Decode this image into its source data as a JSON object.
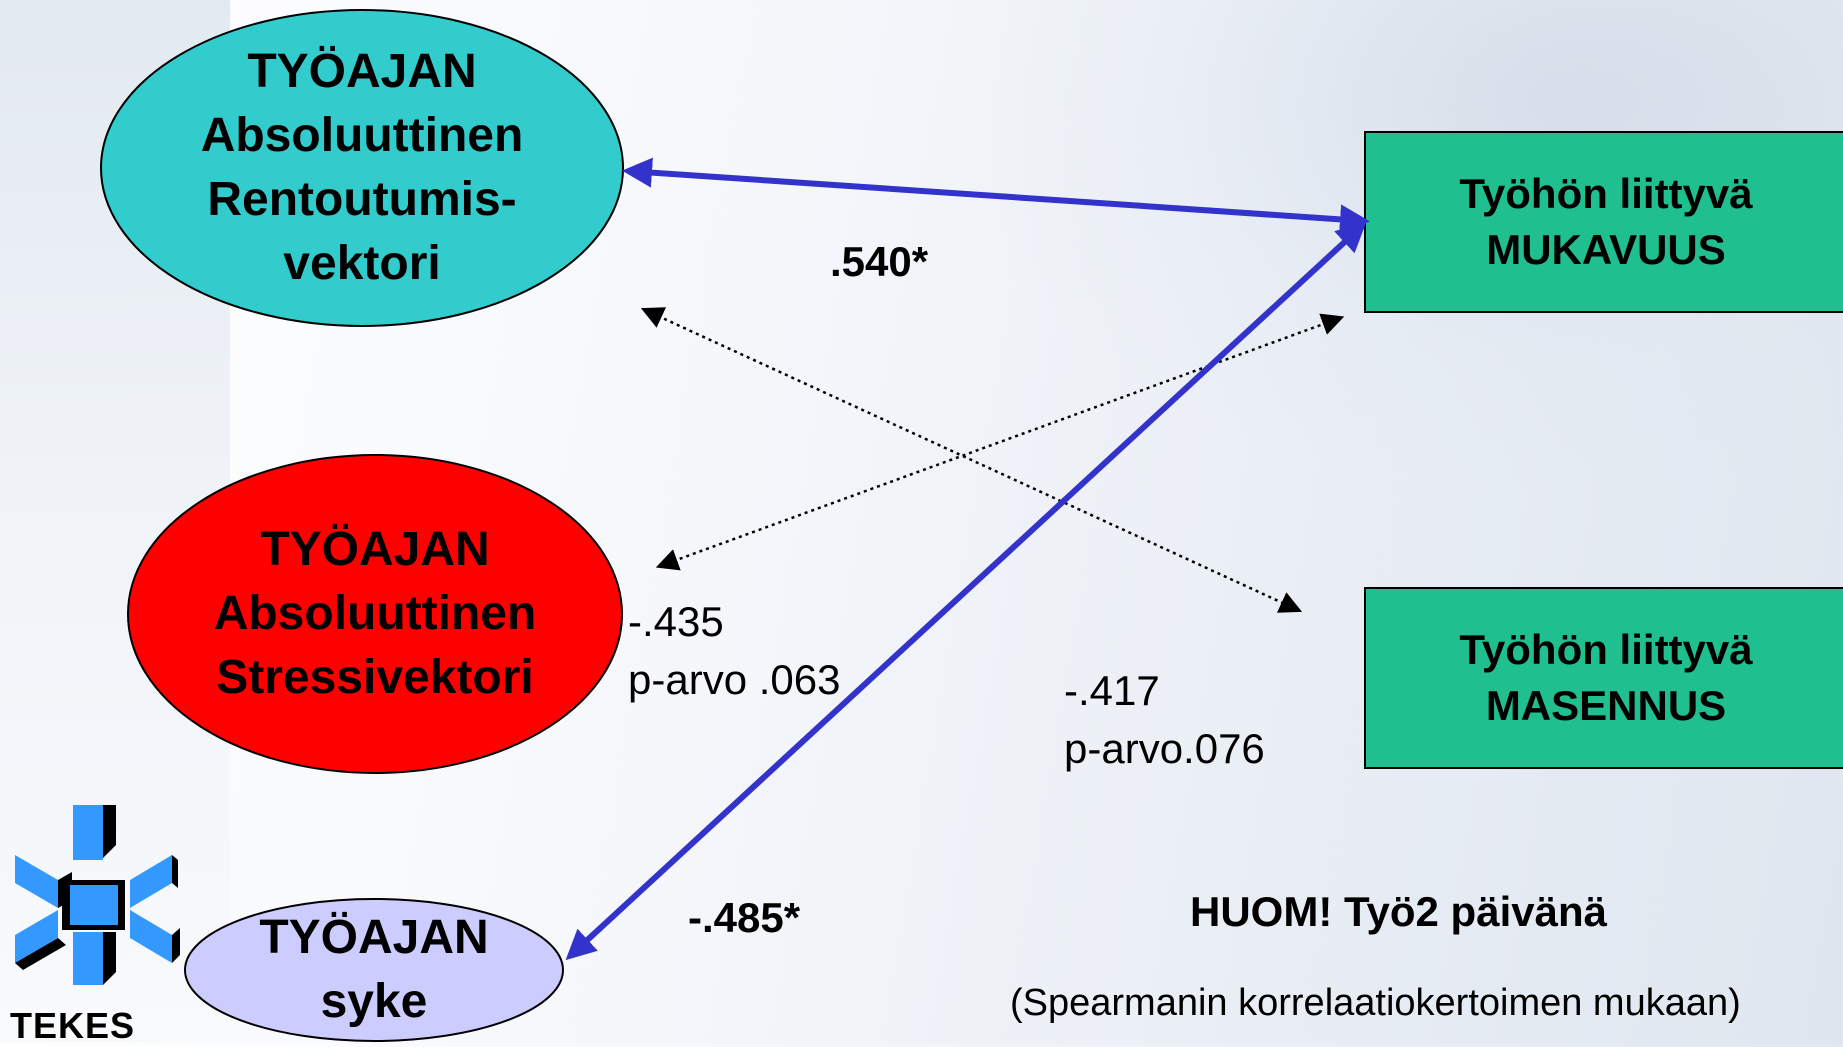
{
  "nodes": {
    "relax": "TYÖAJAN\nAbsoluuttinen\nRentoutumis-\nvektori",
    "stress": "TYÖAJAN\nAbsoluuttinen\nStressivektori",
    "hr": "TYÖAJAN\nsyke",
    "comfort": "Työhön liittyvä\nMUKAVUUS",
    "depression": "Työhön liittyvä\nMASENNUS"
  },
  "edges": {
    "relax_comfort": ".540*",
    "hr_comfort": "-.485*",
    "stress_comfort": "-.435\np-arvo .063",
    "relax_depression": "-.417\np-arvo.076"
  },
  "notes": {
    "huom": "HUOM! Työ2 päivänä",
    "method": "(Spearmanin korrelaatiokertoimen mukaan)"
  },
  "logo": {
    "text": "TEKES"
  },
  "colors": {
    "relax": "#33cccc",
    "stress": "#ff0000",
    "hr": "#ccccff",
    "box": "#1fbf8f",
    "arrow": "#3333cc"
  }
}
